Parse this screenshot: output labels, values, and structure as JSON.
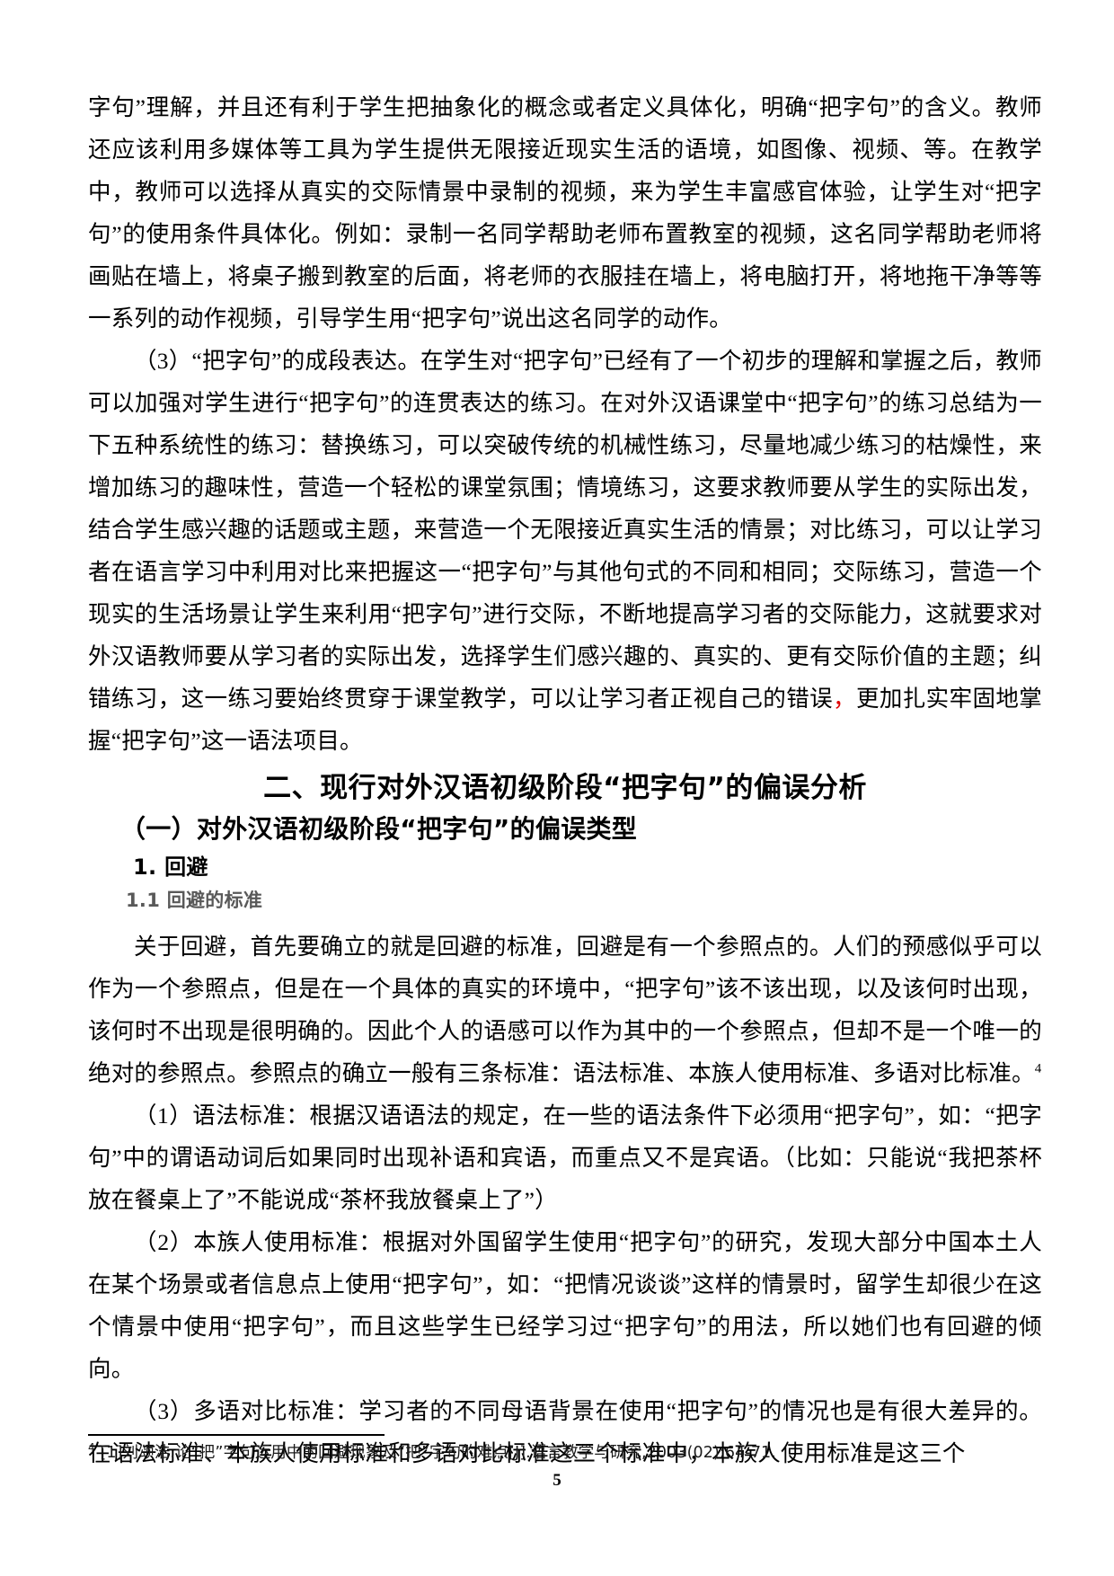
{
  "document": {
    "page_number": "5",
    "language": "zh-CN"
  },
  "body": {
    "paragraph_1": "字句”理解，并且还有利于学生把抽象化的概念或者定义具体化，明确“把字句”的含义。教师还应该利用多媒体等工具为学生提供无限接近现实生活的语境，如图像、视频、等。在教学中，教师可以选择从真实的交际情景中录制的视频，来为学生丰富感官体验，让学生对“把字句”的使用条件具体化。例如：录制一名同学帮助老师布置教室的视频，这名同学帮助老师将画贴在墙上，将桌子搬到教室的后面，将老师的衣服挂在墙上，将电脑打开，将地拖干净等等一系列的动作视频，引导学生用“把字句”说出这名同学的动作。",
    "paragraph_2_a": "（3）“把字句”的成段表达。在学生对“把字句”已经有了一个初步的理解和掌握之后，教师可以加强对学生进行“把字句”的连贯表达的练习。在对外汉语课堂中“把字句”的练习总结为一下五种系统性的练习：替换练习，可以突破传统的机械性练习，尽量地减少练习的枯燥性，来增加练习的趣味性，营造一个轻松的课堂氛围；情境练习，这要求教师要从学生的实际出发，结合学生感兴趣的话题或主题，来营造一个无限接近真实生活的情景；对比练习，可以让学习者在语言学习中利用对比来把握这一“把字句”与其他句式的不同和相同；交际练习，营造一个现实的生活场景让学生来利用“把字句”进行交际，不断地提高学习者的交际能力，这就要求对外汉语教师要从学习者的实际出发，选择学生们感兴趣的、真实的、更有交际价值的主题；纠错练习，这一练习要始终贯穿于课堂教学，可以让学习者正视自己的错误",
    "paragraph_2_red": "，",
    "paragraph_2_b": "更加扎实牢固地掌握“把字句”这一语法项目。",
    "paragraph_3_a": "关于回避，首先要确立的就是回避的标准，回避是有一个参照点的。人们的预感似乎可以作为一个参照点，但是在一个具体的真实的环境中，“把字句”该不该出现，以及该何时出现，该何时不出现是很明确的。因此个人的语感可以作为其中的一个参照点，但却不是一个唯一的绝对的参照点。参照点的确立一般有三条标准：语法标准、本族人使用标准、多语对比标准。",
    "paragraph_3_footnote_ref": "4",
    "paragraph_4": "（1）语法标准：根据汉语语法的规定，在一些的语法条件下必须用“把字句”，如：“把字句”中的谓语动词后如果同时出现补语和宾语，而重点又不是宾语。（比如：只能说“我把茶杯放在餐桌上了”不能说成“茶杯我放餐桌上了”）",
    "paragraph_5": "（2）本族人使用标准：根据对外国留学生使用“把字句”的研究，发现大部分中国本土人在某个场景或者信息点上使用“把字句”，如：“把情况谈谈”这样的情景时，留学生却很少在这个情景中使用“把字句”，而且这些学生已经学习过“把字句”的用法，所以她们也有回避的倾向。",
    "paragraph_6": "（3）多语对比标准：学习者的不同母语背景在使用“把字句”的情况也是有很大差异的。在语法标准、本族人使用标准和多语对比标准这三个标准中，本族人使用标准是这三个"
  },
  "headings": {
    "level1": "二、现行对外汉语初级阶段“把字句”的偏误分析",
    "level2": "（一）对外汉语初级阶段“把字句”的偏误类型",
    "level3": "1. 回避",
    "level4": "1.1 回避的标准"
  },
  "footnote": {
    "marker": "4",
    "text": "[1]刘颂浩.论“把”字句运用中的回避现象及“把”字句的难点[J].语言教学与研究,2003(02):64-71."
  },
  "colors": {
    "text": "#000000",
    "red_mark": "#e00000",
    "subheading_grey": "#595959"
  }
}
